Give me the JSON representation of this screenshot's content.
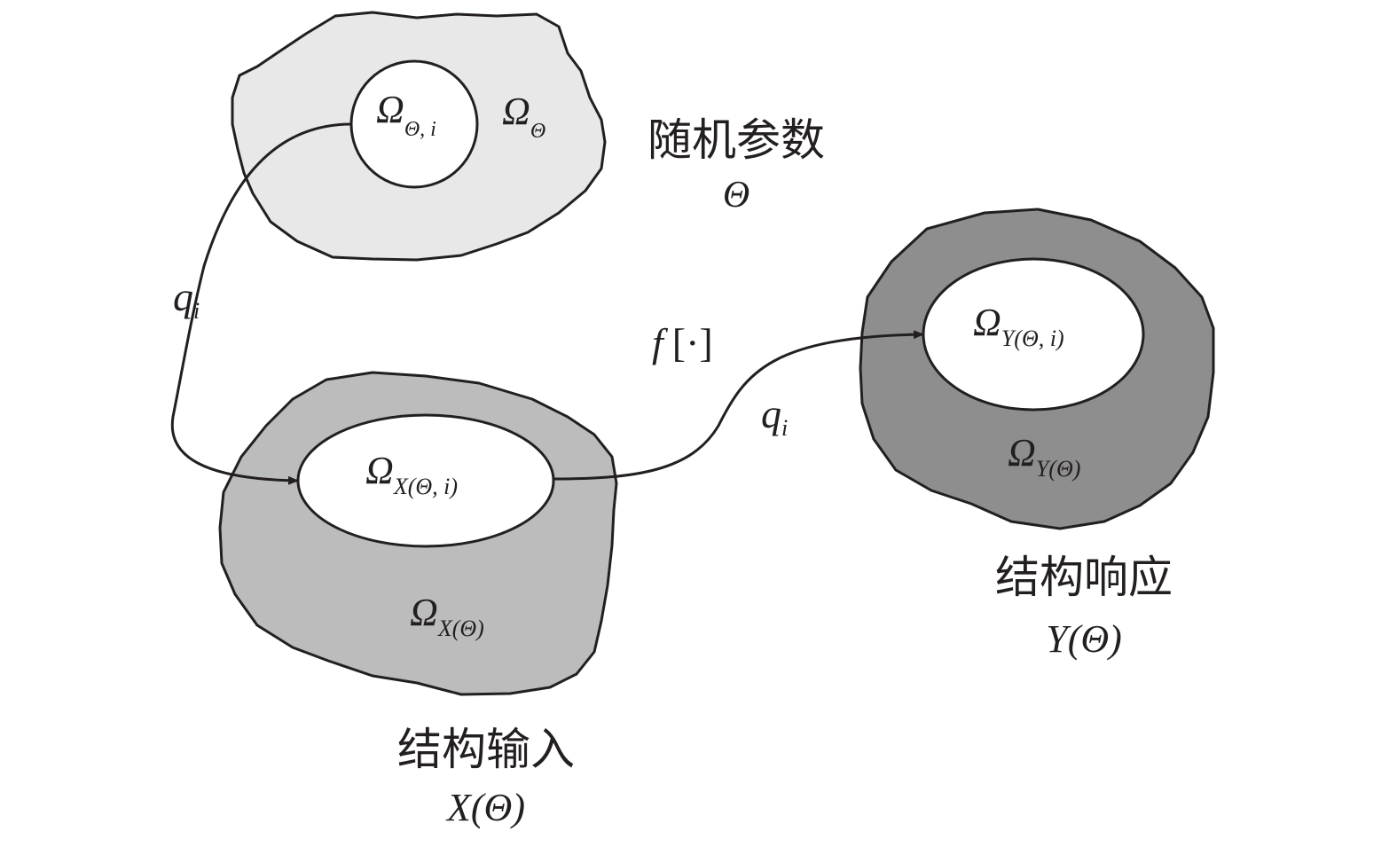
{
  "random_parameters": {
    "title": "随机参数",
    "symbol": "Θ",
    "domain_label": {
      "base": "Ω",
      "sub": "Θ"
    },
    "subdomain_label": {
      "base": "Ω",
      "sub": "Θ, i"
    },
    "color": "#e8e8e8"
  },
  "structural_input": {
    "title": "结构输入",
    "symbol": "X(Θ)",
    "domain_label": {
      "base": "Ω",
      "sub": "X(Θ)"
    },
    "subdomain_label": {
      "base": "Ω",
      "sub": "X(Θ, i)"
    },
    "color": "#bcbcbc"
  },
  "structural_response": {
    "title": "结构响应",
    "symbol": "Y(Θ)",
    "domain_label": {
      "base": "Ω",
      "sub": "Y(Θ)"
    },
    "subdomain_label": {
      "base": "Ω",
      "sub": "Y(Θ, i)"
    },
    "color": "#8e8e8e"
  },
  "mapping_1": {
    "label": {
      "base": "q",
      "sub": "i"
    }
  },
  "mapping_2": {
    "function_label": {
      "f": "f",
      "arg": "[·]"
    },
    "label": {
      "base": "q",
      "sub": "i"
    }
  },
  "stroke_color": "#231f20"
}
